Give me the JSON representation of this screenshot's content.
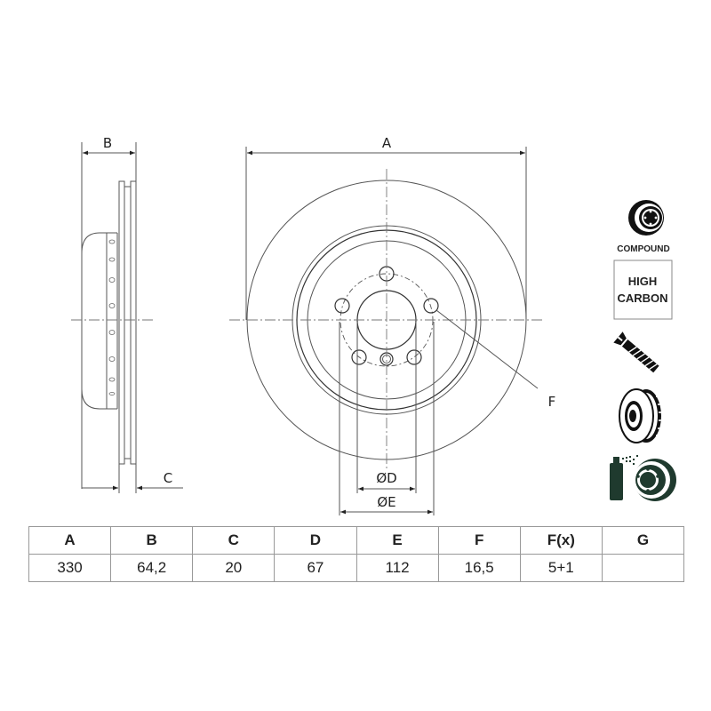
{
  "drawing": {
    "side_view": {
      "dim_b_label": "B",
      "dim_c_label": "C"
    },
    "front_view": {
      "dim_a_label": "A",
      "dim_d_label": "ØD",
      "dim_e_label": "ØE",
      "dim_f_label": "F",
      "bolt_holes": 5,
      "extra_hole": 1
    }
  },
  "feature_icons": [
    {
      "name": "compound-icon",
      "label": "COMPOUND"
    },
    {
      "name": "high-carbon-badge",
      "lines": [
        "HIGH",
        "CARBON"
      ]
    },
    {
      "name": "screw-icon"
    },
    {
      "name": "vented-disc-icon"
    },
    {
      "name": "coated-disc-spray-icon"
    }
  ],
  "table": {
    "headers": [
      "A",
      "B",
      "C",
      "D",
      "E",
      "F",
      "F(x)",
      "G"
    ],
    "values": [
      "330",
      "64,2",
      "20",
      "67",
      "112",
      "16,5",
      "5+1",
      ""
    ]
  }
}
